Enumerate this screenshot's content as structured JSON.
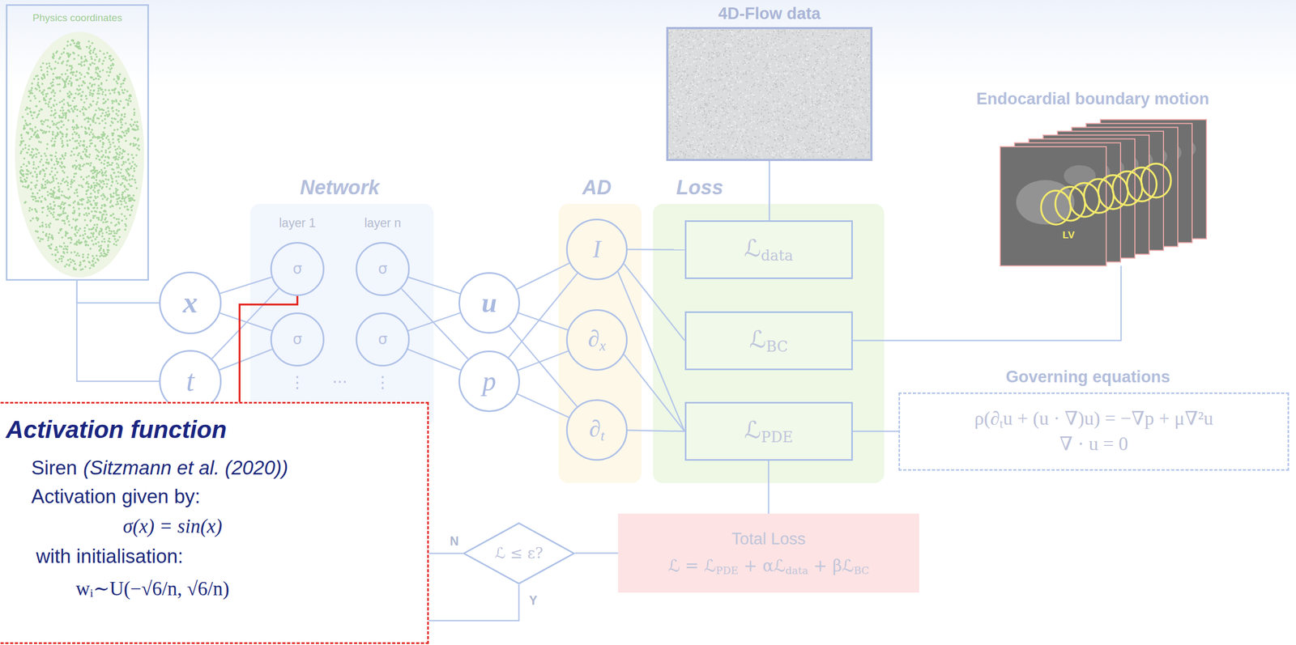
{
  "diagram": {
    "nodes": [
      {
        "text": [
          "Physics coordinates"
        ]
      },
      {
        "text": [
          "x"
        ]
      },
      {
        "text": [
          "t"
        ]
      },
      {
        "text": [
          "Network"
        ]
      },
      {
        "text": [
          "σ"
        ],
        "in": 3
      },
      {
        "text": [
          "σ"
        ],
        "in": 3
      },
      {
        "text": [
          "σ"
        ],
        "in": 3
      },
      {
        "text": [
          "σ"
        ],
        "in": 3
      },
      {
        "text": [
          "u"
        ]
      },
      {
        "text": [
          "p"
        ]
      },
      {
        "text": [
          "AD"
        ]
      },
      {
        "text": [
          "I"
        ],
        "in": 10
      },
      {
        "text": [
          "∂x"
        ],
        "in": 10
      },
      {
        "text": [
          "∂t"
        ],
        "in": 10
      },
      {
        "text": [
          "Loss"
        ]
      },
      {
        "text": [
          "ℒdata"
        ],
        "in": 14
      },
      {
        "text": [
          "ℒBC"
        ],
        "in": 14
      },
      {
        "text": [
          "ℒPDE"
        ],
        "in": 14
      },
      {
        "text": [
          "4D-Flow data"
        ]
      },
      {
        "text": [
          "Endocardial boundary motion"
        ]
      },
      {
        "text": [
          "Governing equations",
          "ρ(∂tu + (u · ∇)u) = −∇p + μ∇²u",
          "∇ · u = 0"
        ]
      },
      {
        "text": [
          "Total Loss",
          "ℒ = ℒPDE + αℒdata + βℒBC"
        ]
      },
      {
        "text": [
          "ℒ ≤ ε?"
        ]
      },
      {
        "text": [
          "Activation function",
          "Siren",
          "(Sitzmann et al. (2020))",
          "Activation given by:",
          "σ(x) = sin(x)",
          "with initialisation:",
          "wᵢ∼U(−√6/n, √6/n)"
        ]
      }
    ],
    "edges": [
      {
        "from": 0,
        "to": 1,
        "arrow": "none"
      },
      {
        "from": 0,
        "to": 2,
        "arrow": "none"
      },
      {
        "from": 1,
        "to": 4,
        "arrow": "none"
      },
      {
        "from": 1,
        "to": 5,
        "arrow": "none"
      },
      {
        "from": 2,
        "to": 4,
        "arrow": "none"
      },
      {
        "from": 2,
        "to": 5,
        "arrow": "none"
      },
      {
        "from": 6,
        "to": 8,
        "arrow": "none"
      },
      {
        "from": 6,
        "to": 9,
        "arrow": "none"
      },
      {
        "from": 7,
        "to": 8,
        "arrow": "none"
      },
      {
        "from": 7,
        "to": 9,
        "arrow": "none"
      },
      {
        "from": 8,
        "to": 11,
        "arrow": "none"
      },
      {
        "from": 8,
        "to": 12,
        "arrow": "none"
      },
      {
        "from": 8,
        "to": 13,
        "arrow": "none"
      },
      {
        "from": 9,
        "to": 11,
        "arrow": "none"
      },
      {
        "from": 9,
        "to": 12,
        "arrow": "none"
      },
      {
        "from": 9,
        "to": 13,
        "arrow": "none"
      },
      {
        "from": 11,
        "to": 15,
        "arrow": "none"
      },
      {
        "from": 11,
        "to": 16,
        "arrow": "none"
      },
      {
        "from": 11,
        "to": 17,
        "arrow": "none"
      },
      {
        "from": 12,
        "to": 17,
        "arrow": "none"
      },
      {
        "from": 13,
        "to": 17,
        "arrow": "none"
      },
      {
        "from": 18,
        "to": 15,
        "arrow": "none"
      },
      {
        "from": 19,
        "to": 16,
        "arrow": "none"
      },
      {
        "from": 17,
        "to": 20,
        "arrow": "none"
      },
      {
        "from": 17,
        "to": 21,
        "arrow": "none"
      },
      {
        "from": 21,
        "to": 22,
        "arrow": "none"
      },
      {
        "from": 22,
        "to": 23,
        "label": "N",
        "arrow": "none"
      },
      {
        "from": 22,
        "to": 23,
        "label": "Y",
        "arrow": "none"
      },
      {
        "from": 4,
        "to": 23,
        "arrow": "none"
      }
    ],
    "labels": [
      "layer 1",
      "layer n",
      "⋮",
      "···",
      "⋮",
      "LV"
    ]
  }
}
